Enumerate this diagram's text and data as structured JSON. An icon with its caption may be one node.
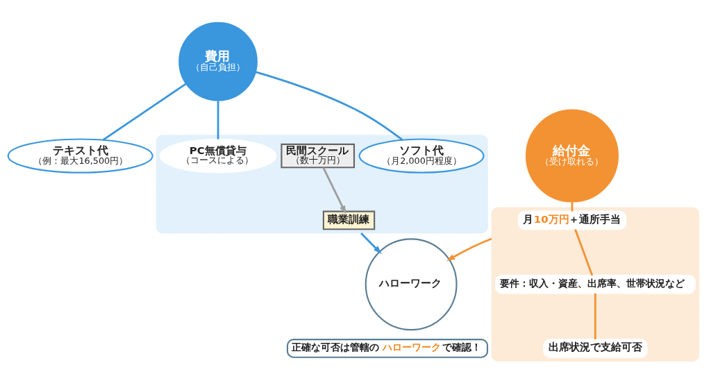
{
  "diagram": {
    "nodes": [
      {
        "text": [],
        "shape": "box"
      },
      {
        "text": [
          "費用",
          "（自己負担）"
        ]
      },
      {
        "text": [
          "テキスト代",
          "（例：最大16,500円）"
        ]
      },
      {
        "text": [
          "ソフト代",
          "（月2,000円程度）"
        ],
        "in": 0
      },
      {
        "text": [
          "民間スクール",
          "（数十万円）"
        ],
        "in": 0
      },
      {
        "text": [
          "職業訓練"
        ],
        "in": 0
      },
      {
        "text": [
          "PC無償貸与",
          "（コースによる）"
        ],
        "in": 0
      },
      {
        "text": [
          "ハローワーク"
        ]
      },
      {
        "text": [
          "正確な可否は管轄の**ハローワーク**で確認！"
        ]
      },
      {
        "text": [],
        "shape": "box"
      },
      {
        "text": [
          "給付金",
          "（受け取れる）"
        ]
      },
      {
        "text": [
          "月**10万円**＋通所手当"
        ],
        "in": 9
      },
      {
        "text": [
          "要件：収入・資産、出席率、世帯状況など"
        ],
        "in": 9
      },
      {
        "text": [
          "出席状況で支給可否"
        ],
        "in": 9
      }
    ],
    "edges": [
      {
        "from": 1,
        "to": 2,
        "arrow": "none",
        "color": "#3a96dd"
      },
      {
        "from": 1,
        "to": 3,
        "arrow": "none",
        "color": "#3a96dd"
      },
      {
        "from": 1,
        "to": 6,
        "arrow": "none",
        "color": "#3a96dd"
      },
      {
        "from": 4,
        "to": 5,
        "arrow": "to",
        "color": "#9e9e9e"
      },
      {
        "from": 0,
        "to": 7,
        "arrow": "to",
        "color": "#3a96dd"
      },
      {
        "from": 10,
        "to": 11,
        "arrow": "none",
        "color": "#f39233"
      },
      {
        "from": 11,
        "to": 12,
        "arrow": "none",
        "color": "#f39233"
      },
      {
        "from": 12,
        "to": 13,
        "arrow": "none",
        "color": "#f39233"
      },
      {
        "from": 9,
        "to": 7,
        "arrow": "to",
        "color": "#f39233"
      }
    ]
  }
}
